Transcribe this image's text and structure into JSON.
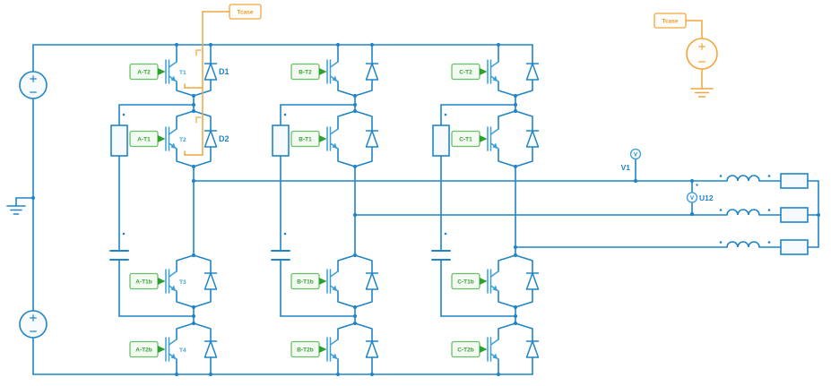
{
  "schematic": {
    "colors": {
      "wire": "#1f85c7",
      "glyph": "#3b9fd9",
      "component_fill": "#f6fafd",
      "green_border": "#6abf69",
      "green_fill": "#f3faf1",
      "green_text": "#3aa23a",
      "green_arrow": "#2da12d",
      "orange": "#f0a63e",
      "orange_text": "#ee9a28",
      "orange_fill": "#fffdf9",
      "label_blue": "#1d84c8",
      "t_label_blue": "#3fa3dc"
    },
    "legs": [
      {
        "name": "A",
        "gate_labels": [
          "A-T2",
          "A-T1",
          "A-T1b",
          "A-T2b"
        ],
        "transistor_labels": [
          "T1",
          "T2",
          "T3",
          "T4"
        ],
        "diode_labels": [
          "D1",
          "D2"
        ]
      },
      {
        "name": "B",
        "gate_labels": [
          "B-T2",
          "B-T1",
          "B-T1b",
          "B-T2b"
        ],
        "transistor_labels": [
          "",
          "",
          "",
          ""
        ],
        "diode_labels": [
          "",
          ""
        ]
      },
      {
        "name": "C",
        "gate_labels": [
          "C-T2",
          "C-T1",
          "C-T1b",
          "C-T2b"
        ],
        "transistor_labels": [
          "",
          "",
          "",
          ""
        ],
        "diode_labels": [
          "",
          ""
        ]
      }
    ],
    "meters": [
      {
        "label": "V1",
        "glyph": "V"
      },
      {
        "label": "U12",
        "glyph": "V"
      }
    ],
    "thermal": {
      "probe_label": "Tcase",
      "source_label": "Tcase",
      "source_polarity_top": "+",
      "source_polarity_bottom": "-"
    },
    "dc_sources": [
      {
        "polarity_top": "+",
        "polarity_bottom": "-"
      },
      {
        "polarity_top": "+",
        "polarity_bottom": "-"
      }
    ]
  }
}
